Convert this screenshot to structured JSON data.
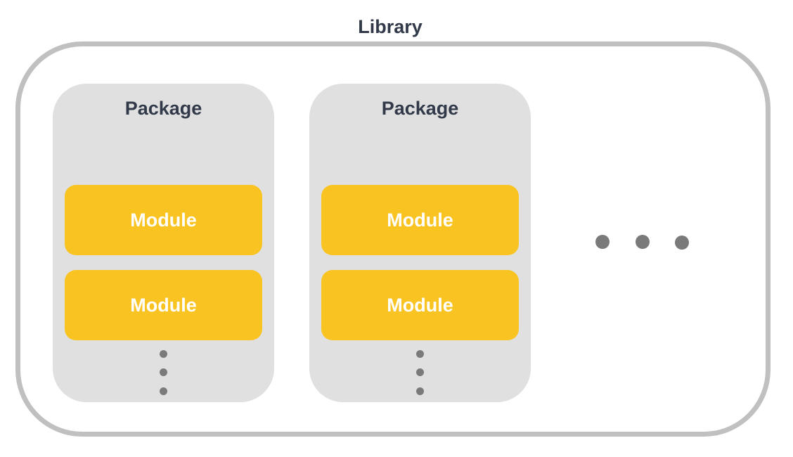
{
  "library": {
    "title": "Library"
  },
  "packages": [
    {
      "title": "Package",
      "modules": [
        "Module",
        "Module"
      ]
    },
    {
      "title": "Package",
      "modules": [
        "Module",
        "Module"
      ]
    }
  ],
  "colors": {
    "title_text": "#323a4a",
    "library_border": "#c0c0c0",
    "package_fill": "#e0e0e0",
    "module_fill": "#f9c322",
    "module_text": "#ffffff",
    "ellipsis_dot": "#7a7a7a"
  },
  "icons": {
    "vertical_more": "vertical-ellipsis-icon",
    "horizontal_more": "horizontal-ellipsis-icon"
  }
}
